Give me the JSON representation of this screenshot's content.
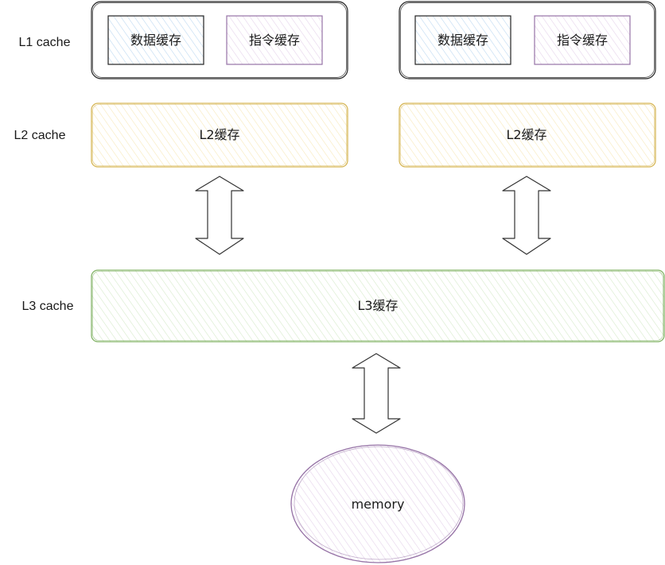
{
  "labels": {
    "l1": "L1 cache",
    "l2": "L2 cache",
    "l3": "L3 cache"
  },
  "core_left": {
    "data_cache": "数据缓存",
    "instruction_cache": "指令缓存",
    "l2_cache": "L2缓存"
  },
  "core_right": {
    "data_cache": "数据缓存",
    "instruction_cache": "指令缓存",
    "l2_cache": "L2缓存"
  },
  "l3_cache": "L3缓存",
  "memory": "memory",
  "colors": {
    "outline": "#222222",
    "data_cache": "#6c8ebf",
    "instruction_cache": "#9673a6",
    "l2_cache": "#d6b656",
    "l3_cache": "#82b366",
    "memory": "#9673a6"
  }
}
